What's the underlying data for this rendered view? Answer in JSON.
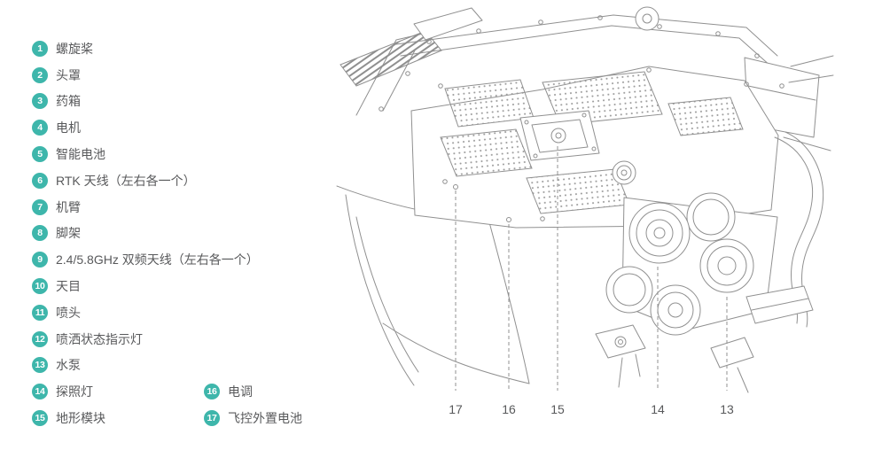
{
  "colors": {
    "badge": "#3eb6ab",
    "text": "#58595b",
    "line": "#909090"
  },
  "parts_list": {
    "main": [
      {
        "num": "1",
        "label": "螺旋桨"
      },
      {
        "num": "2",
        "label": "头罩"
      },
      {
        "num": "3",
        "label": "药箱"
      },
      {
        "num": "4",
        "label": "电机"
      },
      {
        "num": "5",
        "label": "智能电池"
      },
      {
        "num": "6",
        "label": "RTK 天线（左右各一个）"
      },
      {
        "num": "7",
        "label": "机臂"
      },
      {
        "num": "8",
        "label": "脚架"
      },
      {
        "num": "9",
        "label": "2.4/5.8GHz 双频天线（左右各一个）"
      },
      {
        "num": "10",
        "label": "天目"
      },
      {
        "num": "11",
        "label": "喷头"
      },
      {
        "num": "12",
        "label": "喷洒状态指示灯"
      },
      {
        "num": "13",
        "label": "水泵"
      },
      {
        "num": "14",
        "label": "探照灯"
      },
      {
        "num": "15",
        "label": "地形模块"
      }
    ],
    "secondary": [
      {
        "num": "16",
        "label": "电调"
      },
      {
        "num": "17",
        "label": "飞控外置电池"
      }
    ]
  },
  "diagram": {
    "callouts": [
      "17",
      "16",
      "15",
      "14",
      "13"
    ]
  }
}
